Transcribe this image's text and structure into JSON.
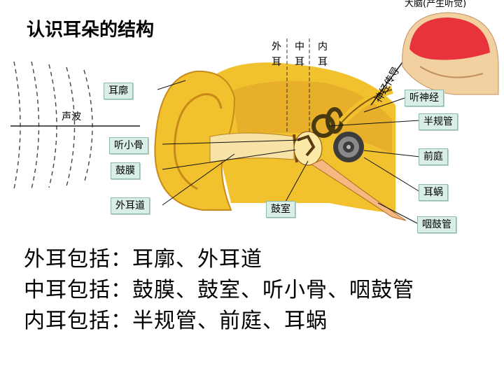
{
  "title": "认识耳朵的结构",
  "sections": {
    "outer_ear_top": [
      "外",
      "耳"
    ],
    "middle_ear_top": [
      "中",
      "耳"
    ],
    "inner_ear_top": [
      "内",
      "耳"
    ]
  },
  "sound_wave_label": "声波",
  "nerve_path_label": "神经传导",
  "brain_label": "大脑(产生听觉)",
  "labels": {
    "auricle": "耳廓",
    "ossicles": "听小骨",
    "eardrum": "鼓膜",
    "ear_canal": "外耳道",
    "tympanic_cavity": "鼓室",
    "auditory_nerve": "听神经",
    "semicircular_canals": "半规管",
    "vestibule": "前庭",
    "cochlea": "耳蜗",
    "eustachian_tube": "咽鼓管"
  },
  "summary": [
    "外耳包括：耳廓、外耳道",
    "中耳包括：鼓膜、鼓室、听小骨、咽鼓管",
    "内耳包括：半规管、前庭、耳蜗"
  ],
  "colors": {
    "skin": "#f2c22e",
    "skin_dark": "#d89a1c",
    "bone": "#f5e07a",
    "canal": "#f7e3a6",
    "label_bg": "#d9eee6",
    "brain": "#e8333c"
  }
}
